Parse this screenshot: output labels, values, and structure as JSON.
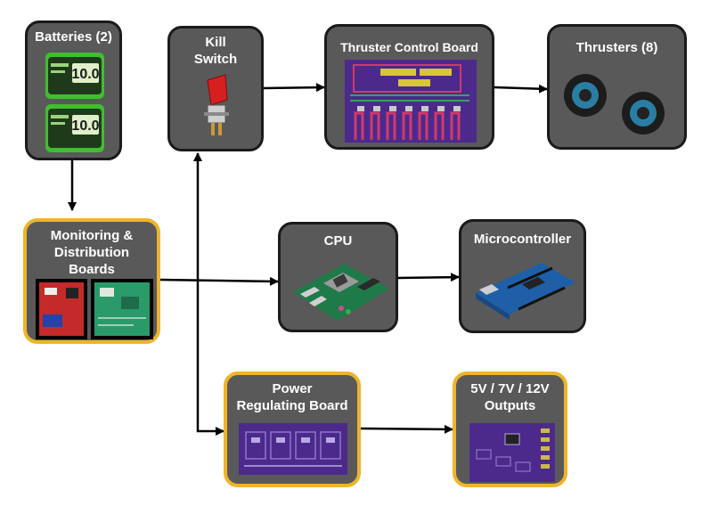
{
  "diagram": {
    "nodes": {
      "batteries": {
        "label": "Batteries (2)",
        "battery_text": "10.0"
      },
      "kill_switch": {
        "label": "Kill\nSwitch"
      },
      "thruster_control": {
        "label": "Thruster Control Board"
      },
      "thrusters": {
        "label": "Thrusters (8)"
      },
      "monitoring": {
        "label": "Monitoring &\nDistribution\nBoards"
      },
      "cpu": {
        "label": "CPU"
      },
      "microcontroller": {
        "label": "Microcontroller"
      },
      "power_regulating": {
        "label": "Power\nRegulating Board"
      },
      "outputs": {
        "label": "5V / 7V / 12V\nOutputs"
      }
    },
    "edges": [
      {
        "from": "batteries",
        "to": "monitoring"
      },
      {
        "from": "monitoring",
        "to": "cpu"
      },
      {
        "from": "monitoring",
        "to": "kill_switch"
      },
      {
        "from": "monitoring",
        "to": "power_regulating"
      },
      {
        "from": "kill_switch",
        "to": "thruster_control"
      },
      {
        "from": "thruster_control",
        "to": "thrusters"
      },
      {
        "from": "cpu",
        "to": "microcontroller"
      },
      {
        "from": "power_regulating",
        "to": "outputs"
      }
    ],
    "colors": {
      "box_fill": "#595959",
      "box_border": "#1a1a1a",
      "highlight_border": "#f0b429",
      "battery_green": "#3fbf2f",
      "pcb_purple": "#4b2a8c"
    }
  }
}
